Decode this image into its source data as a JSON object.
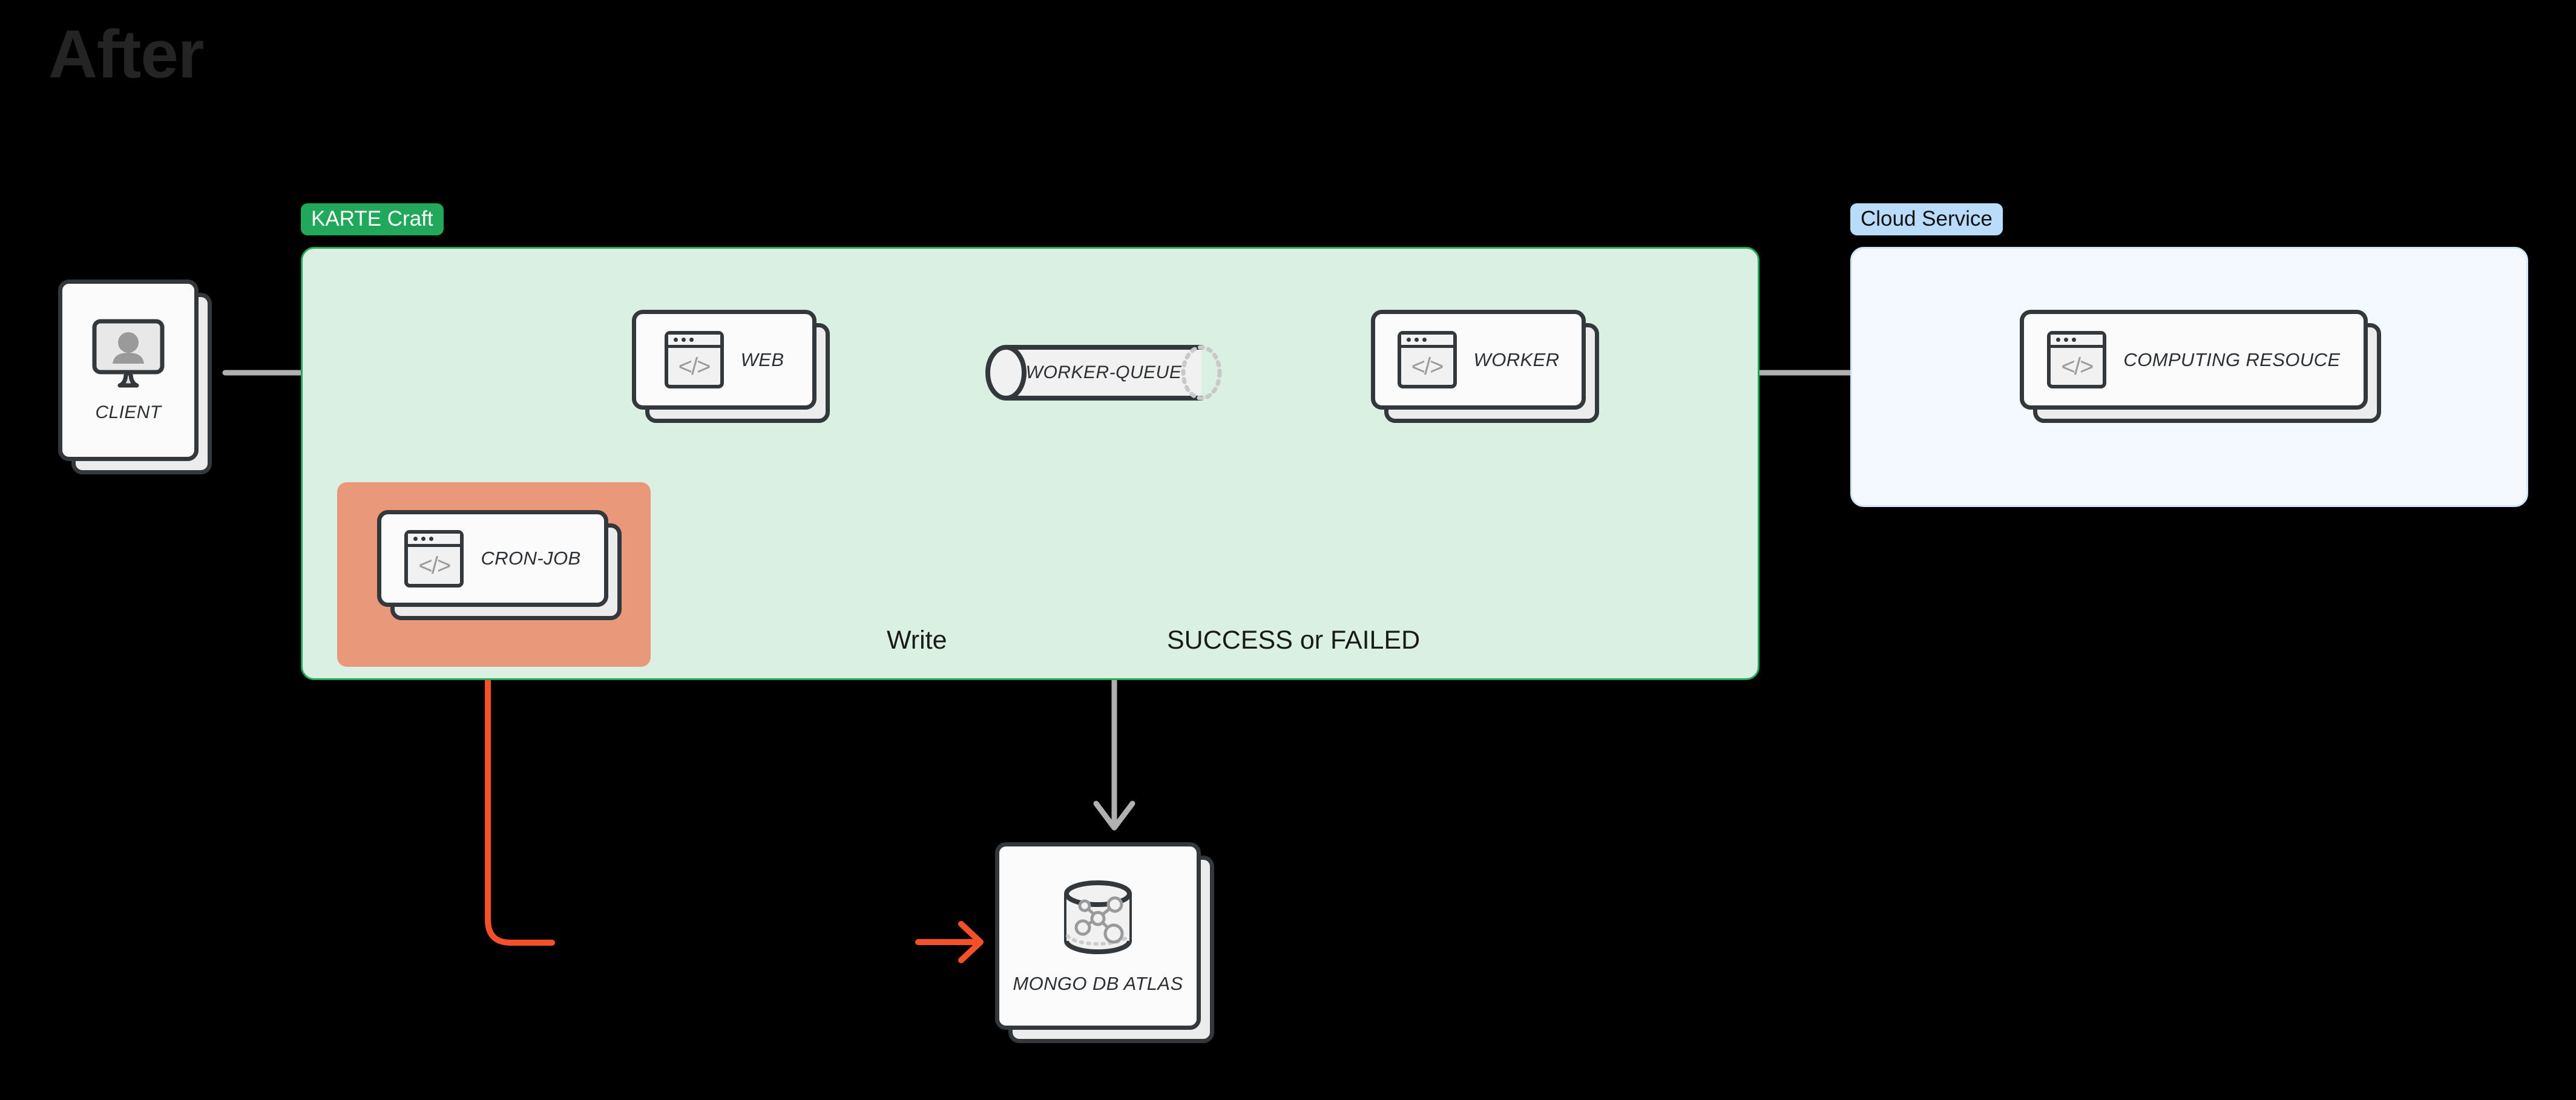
{
  "title": "After",
  "colors": {
    "background": "#000000",
    "title_text": "#242424",
    "karte_badge_bg": "#22a85a",
    "karte_badge_text": "#ffffff",
    "karte_box_bg": "#daf0e2",
    "karte_box_border": "#21a957",
    "cloud_badge_bg": "#b9dcfb",
    "cloud_badge_text": "#101010",
    "cloud_box_bg": "#f3f9ff",
    "cloud_box_border": "#cfe6fb",
    "highlight_bg": "#e9997a",
    "edge_gray": "#b0b0b0",
    "edge_orange": "#f5502a",
    "node_border": "#33383c",
    "node_fill": "#fafbfa",
    "node_shadow": "#ececec",
    "icon_gray": "#9a9a9a"
  },
  "groups": [
    {
      "id": "karte",
      "label": "KARTE Craft"
    },
    {
      "id": "cloud",
      "label": "Cloud Service"
    }
  ],
  "nodes": [
    {
      "id": "client",
      "label": "CLIENT",
      "icon": "monitor-user-icon"
    },
    {
      "id": "web",
      "label": "WEB",
      "icon": "browser-code-icon"
    },
    {
      "id": "queue",
      "label": "WORKER-QUEUE",
      "icon": "cylinder-icon"
    },
    {
      "id": "worker",
      "label": "WORKER",
      "icon": "browser-code-icon"
    },
    {
      "id": "cronjob",
      "label": "CRON-JOB",
      "icon": "browser-code-icon"
    },
    {
      "id": "compute",
      "label": "COMPUTING RESOUCE",
      "icon": "browser-code-icon"
    },
    {
      "id": "mongo",
      "label": "MONGO DB ATLAS",
      "icon": "database-graph-icon"
    }
  ],
  "edges": [
    {
      "id": "client-web",
      "from": "client",
      "to": "web",
      "label": "",
      "style": "gray-arrow"
    },
    {
      "id": "web-queue",
      "from": "web",
      "to": "queue",
      "label": "",
      "style": "gray-arrow"
    },
    {
      "id": "queue-worker",
      "from": "queue",
      "to": "worker",
      "label": "",
      "style": "gray-arrow"
    },
    {
      "id": "worker-compute",
      "from": "worker",
      "to": "compute",
      "label": "",
      "style": "gray-arrow"
    },
    {
      "id": "web-mongo",
      "from": "web",
      "to": "mongo",
      "label": "Write",
      "style": "gray-arrow"
    },
    {
      "id": "worker-mongo",
      "from": "worker",
      "to": "mongo",
      "label": "SUCCESS or FAILED",
      "style": "gray-arrow"
    },
    {
      "id": "cronjob-out",
      "from": "cronjob",
      "to": "",
      "label": "",
      "style": "orange-line"
    },
    {
      "id": "orange-mongo",
      "from": "",
      "to": "mongo",
      "label": "",
      "style": "orange-arrow"
    }
  ],
  "icons": {
    "browser_dots": "•••",
    "code_glyph": "</>"
  }
}
